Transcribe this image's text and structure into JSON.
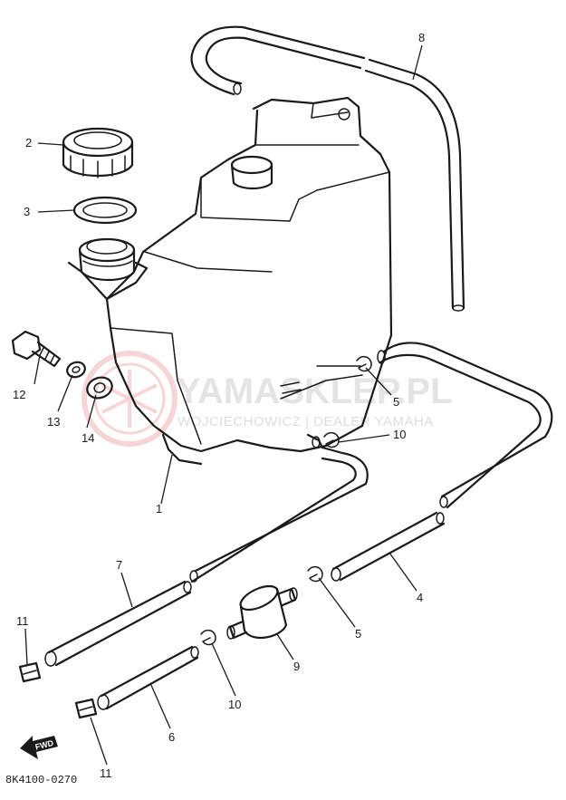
{
  "watermark": {
    "main": "YAMASKLEP.PL",
    "sub": "WOJCIECHOWICZ | DEALER YAMAHA"
  },
  "drawing_number": "8K4100-0270",
  "fwd_label": "FWD",
  "callouts": {
    "c1": "1",
    "c2": "2",
    "c3": "3",
    "c4": "4",
    "c5a": "5",
    "c5b": "5",
    "c6": "6",
    "c7": "7",
    "c8": "8",
    "c9": "9",
    "c10a": "10",
    "c10b": "10",
    "c11a": "11",
    "c11b": "11",
    "c12": "12",
    "c13": "13",
    "c14": "14"
  }
}
